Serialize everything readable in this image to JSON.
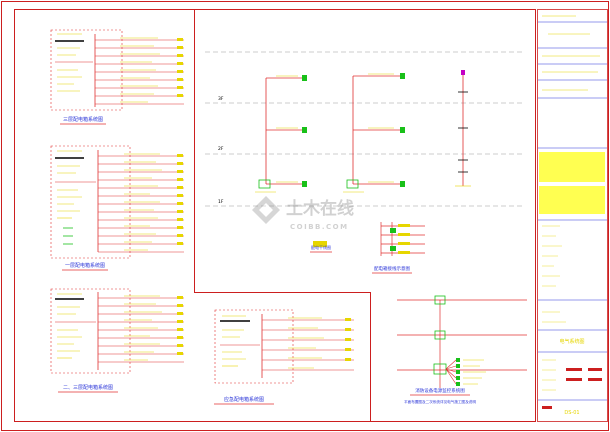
{
  "sheet": {
    "floor_labels": [
      "3F",
      "2F",
      "1F"
    ],
    "schematic_captions": [
      "三层配电箱系统图",
      "一层配电箱系统图",
      "二、三层配电箱系统图",
      "应急配电箱系统图"
    ],
    "diagram_captions": [
      "配电干线图",
      "配电箱接线示意图",
      "消防设备电源监控系统图"
    ],
    "note_bottom": "平面布置图及二次系统详见电气施工图及说明",
    "watermark": {
      "brand_cn": "土木在线",
      "brand_en": "COIBB.COM"
    }
  },
  "title_block": {
    "drawing_name": "电气系统图",
    "drawing_number": "DS-01"
  },
  "colors": {
    "border": "#cc1f1f",
    "line_red": "#e03030",
    "line_yellow": "#e6d600",
    "line_green": "#19c019",
    "line_magenta": "#c400c4",
    "grid_gray": "#9a9a9a",
    "frame_blue": "#2a34d8",
    "notes_yellow": "#ffff33"
  }
}
